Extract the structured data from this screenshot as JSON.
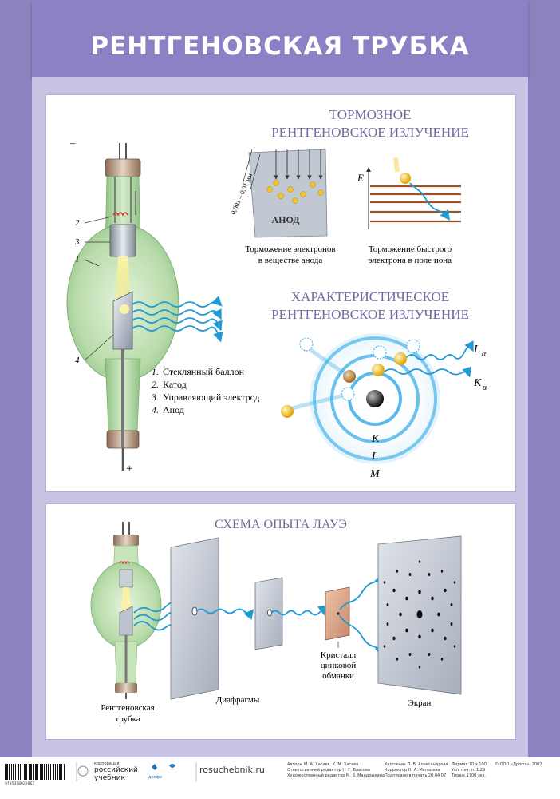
{
  "title": "РЕНТГЕНОВСКАЯ ТРУБКА",
  "top_panel": {
    "tube_numbers": {
      "n1": "1",
      "n2": "2",
      "n3": "3",
      "n4": "4"
    },
    "minus_sign": "–",
    "plus_sign": "+",
    "legend": [
      {
        "num": "1.",
        "text": "Стеклянный баллон"
      },
      {
        "num": "2.",
        "text": "Катод"
      },
      {
        "num": "3.",
        "text": "Управляющий электрод"
      },
      {
        "num": "4.",
        "text": "Анод"
      }
    ],
    "braking": {
      "heading_line1": "ТОРМОЗНОЕ",
      "heading_line2": "РЕНТГЕНОВСКОЕ ИЗЛУЧЕНИЕ",
      "depth_label": "0,001 – 0,01 мм",
      "anode_label": "АНОД",
      "energy_label": "E",
      "caption_left_line1": "Торможение электронов",
      "caption_left_line2": "в веществе анода",
      "caption_right_line1": "Торможение быстрого",
      "caption_right_line2": "электрона в поле иона"
    },
    "characteristic": {
      "heading_line1": "ХАРАКТЕРИСТИЧЕСКОЕ",
      "heading_line2": "РЕНТГЕНОВСКОЕ ИЗЛУЧЕНИЕ",
      "shell_k": "K",
      "shell_l": "L",
      "shell_m": "M",
      "line_l": "L",
      "line_k": "K",
      "alpha": "α"
    }
  },
  "bottom_panel": {
    "heading": "СХЕМА ОПЫТА ЛАУЭ",
    "tube_label_line1": "Рентгеновская",
    "tube_label_line2": "трубка",
    "diaphragms_label": "Диафрагмы",
    "crystal_label_line1": "Кристалл",
    "crystal_label_line2": "цинковой",
    "crystal_label_line3": "обманки",
    "screen_label": "Экран"
  },
  "footer": {
    "brand_small": "корпорация",
    "brand_line1": "российский",
    "brand_line2": "учебник",
    "publisher": "дрофа",
    "website": "rosuchebnik.ru",
    "credits_col1": [
      "Авторы М. А. Хасаев, К. М. Хасаев",
      "Ответственный редактор Н. Г. Власова",
      "Художественный редактор М. В. Мандрыкина"
    ],
    "credits_col2": [
      "Художник Л. В. Александрова",
      "Корректор Н. А. Мальцева",
      "Подписано в печать 20.04.07"
    ],
    "credits_col3": [
      "Формат 70 x 100",
      "Усл. печ. л. 1,29",
      "Тираж 1700 экз."
    ],
    "copyright": "© ООО «Дрофа», 2007",
    "barcode_number": "9785358022867"
  },
  "colors": {
    "frame": "#8b82bf",
    "heading_text": "#6f6a9f",
    "ray": "#1f9ad6",
    "glass": "#bfe3b3",
    "electron": "#f2c330"
  }
}
